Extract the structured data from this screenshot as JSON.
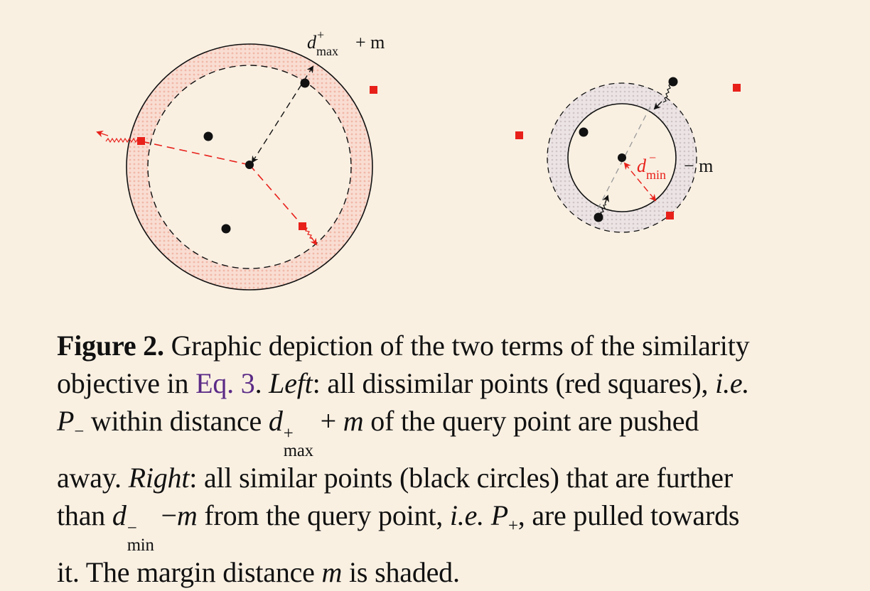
{
  "figure": {
    "left_label": {
      "d": "d",
      "sup": "+",
      "sub": "max",
      "rest": "+ m"
    },
    "right_label": {
      "d": "d",
      "sup": "−",
      "sub": "min",
      "rest": "− m"
    }
  },
  "caption": {
    "fig_label": "Figure 2.",
    "l1_text": " Graphic depiction of the two terms of the similarity",
    "l2_a": "objective in ",
    "l2_ref": "Eq. 3",
    "l2_b": ". ",
    "l2_left": "Left",
    "l2_c": ": all dissimilar points (red squares), ",
    "l2_ie": "i.e.",
    "l3_p": "P",
    "l3_psub": "−",
    "l3_a": " within distance ",
    "l3_d": "d",
    "l3_dsup": "+",
    "l3_dsub": "max",
    "l3_b": " + ",
    "l3_m": "m",
    "l3_c": " of the query point are pushed",
    "l4_a": "away. ",
    "l4_right": "Right",
    "l4_b": ": all similar points (black circles) that are further",
    "l5_a": "than ",
    "l5_d": "d",
    "l5_dsup": "−",
    "l5_dsub": "min",
    "l5_b": " −",
    "l5_m": "m",
    "l5_c": " from the query point, ",
    "l5_ie": "i.e.",
    "l5_p": " P",
    "l5_psub": "+",
    "l5_d2": ", are pulled towards",
    "l6_a": "it. The margin distance ",
    "l6_m": "m",
    "l6_b": " is shaded."
  }
}
